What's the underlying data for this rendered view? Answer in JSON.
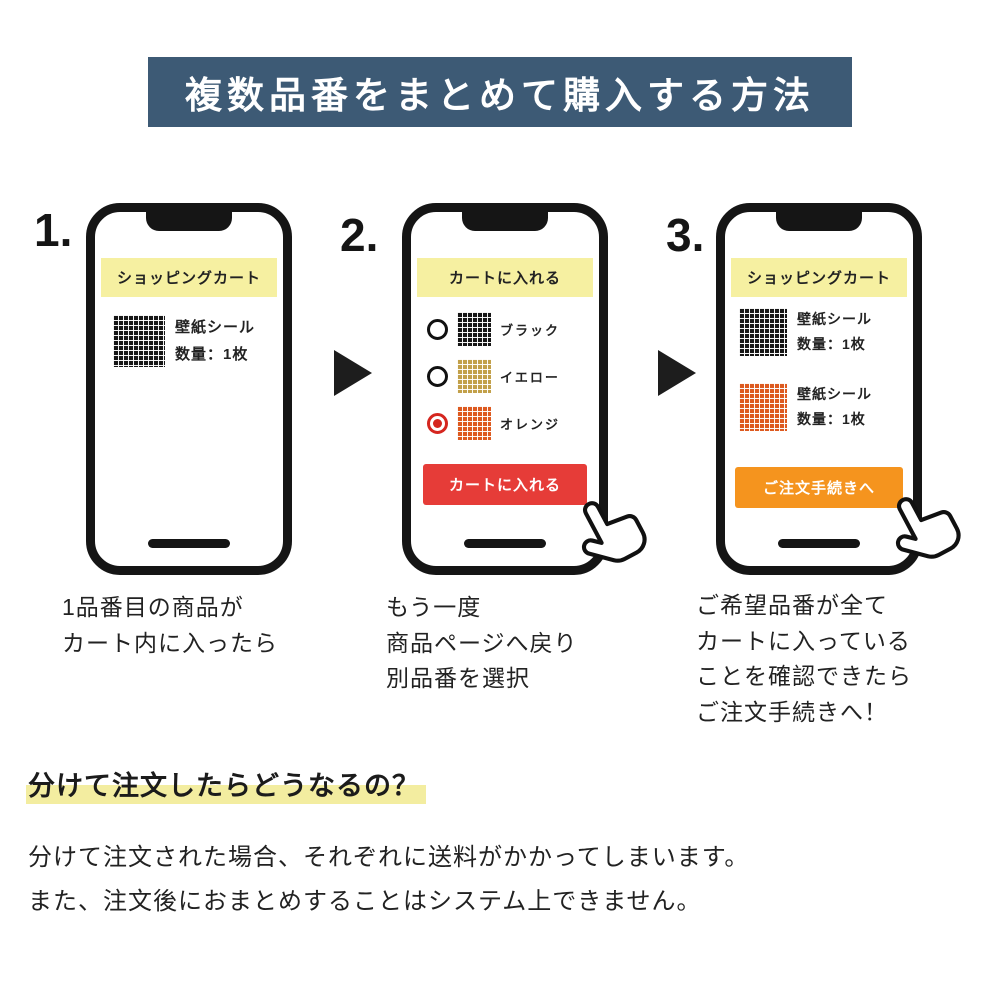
{
  "header": {
    "title": "複数品番をまとめて購入する方法",
    "bg_color": "#3d5a75"
  },
  "colors": {
    "banner_yellow": "#f6f0a1",
    "button_red": "#e63c38",
    "button_orange": "#f5941e",
    "highlight_yellow": "#f3eda0",
    "header_blue": "#3d5a75"
  },
  "steps": [
    {
      "number": "1.",
      "screen": {
        "banner": "ショッピングカート",
        "items": [
          {
            "swatch": "black-grid-swatch",
            "name": "壁紙シール",
            "qty": "数量：1枚"
          }
        ]
      },
      "caption": "1品番目の商品が\nカート内に入ったら"
    },
    {
      "number": "2.",
      "screen": {
        "banner": "カートに入れる",
        "options": [
          {
            "selected": false,
            "swatch": "black-grid-swatch",
            "label": "ブラック"
          },
          {
            "selected": false,
            "swatch": "yellow-grid-swatch",
            "label": "イエロー"
          },
          {
            "selected": true,
            "swatch": "orange-grid-swatch",
            "label": "オレンジ"
          }
        ],
        "button": {
          "label": "カートに入れる",
          "bg_color": "#e63c38"
        }
      },
      "caption": "もう一度\n商品ページへ戻り\n別品番を選択"
    },
    {
      "number": "3.",
      "screen": {
        "banner": "ショッピングカート",
        "items": [
          {
            "swatch": "black-grid-swatch",
            "name": "壁紙シール",
            "qty": "数量：1枚"
          },
          {
            "swatch": "orange-grid-swatch",
            "name": "壁紙シール",
            "qty": "数量：1枚"
          }
        ],
        "button": {
          "label": "ご注文手続きへ",
          "bg_color": "#f5941e"
        }
      },
      "caption": "ご希望品番が全て\nカートに入っている\nことを確認できたら\nご注文手続きへ！"
    }
  ],
  "footer": {
    "heading": "分けて注文したらどうなるの？",
    "body": "分けて注文された場合、それぞれに送料がかかってしまいます。\nまた、注文後におまとめすることはシステム上できません。"
  }
}
